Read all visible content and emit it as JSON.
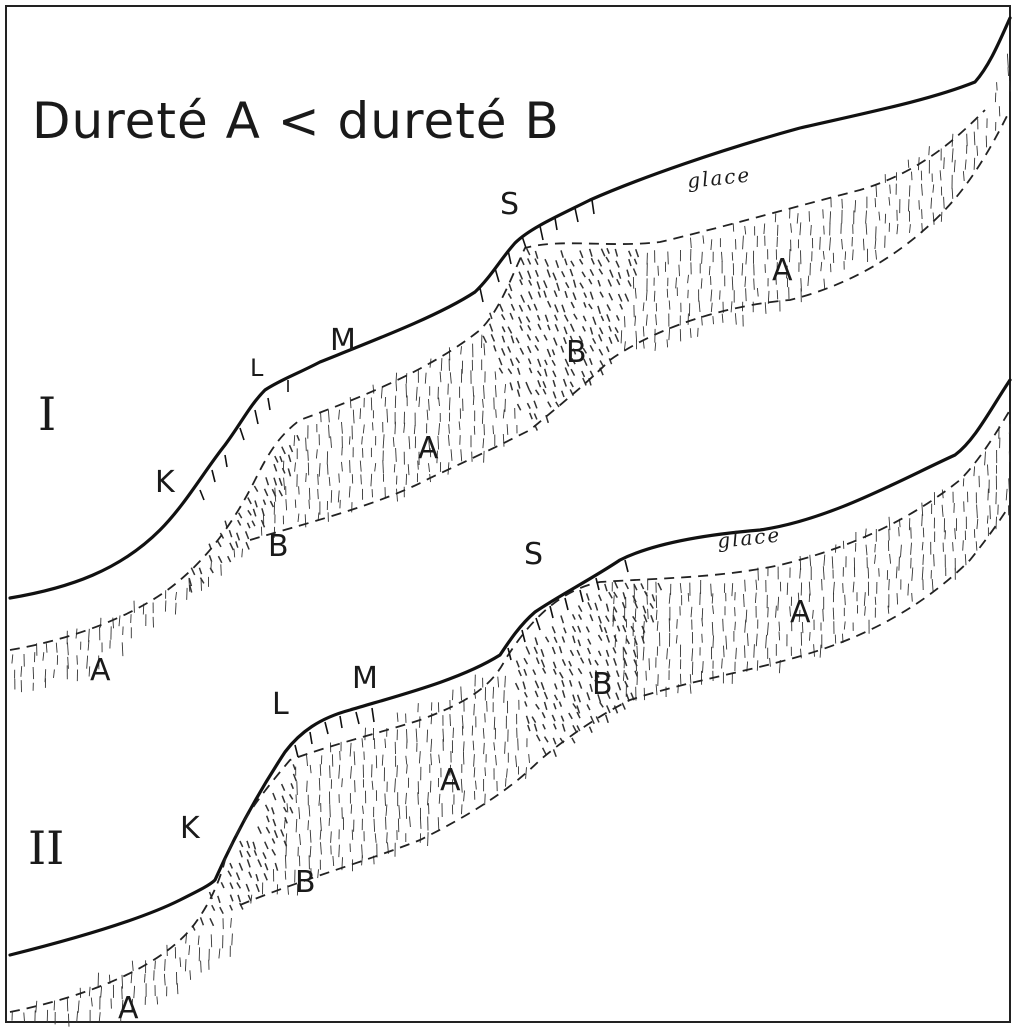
{
  "title": "Dureté A < dureté B",
  "profiles": [
    {
      "id": "I",
      "numeral": "I",
      "labels": {
        "K": "K",
        "L": "L",
        "M": "M",
        "S": "S",
        "ice": "glace"
      },
      "layers": {
        "A1": "A",
        "B1": "B",
        "A2": "A",
        "B2": "B",
        "A3": "A"
      }
    },
    {
      "id": "II",
      "numeral": "II",
      "labels": {
        "K": "K",
        "L": "L",
        "M": "M",
        "S": "S",
        "ice": "glace"
      },
      "layers": {
        "A1": "A",
        "B1": "B",
        "A2": "A",
        "B2": "B",
        "A3": "A"
      }
    }
  ],
  "colors": {
    "ink": "#111111",
    "paper": "#ffffff"
  }
}
